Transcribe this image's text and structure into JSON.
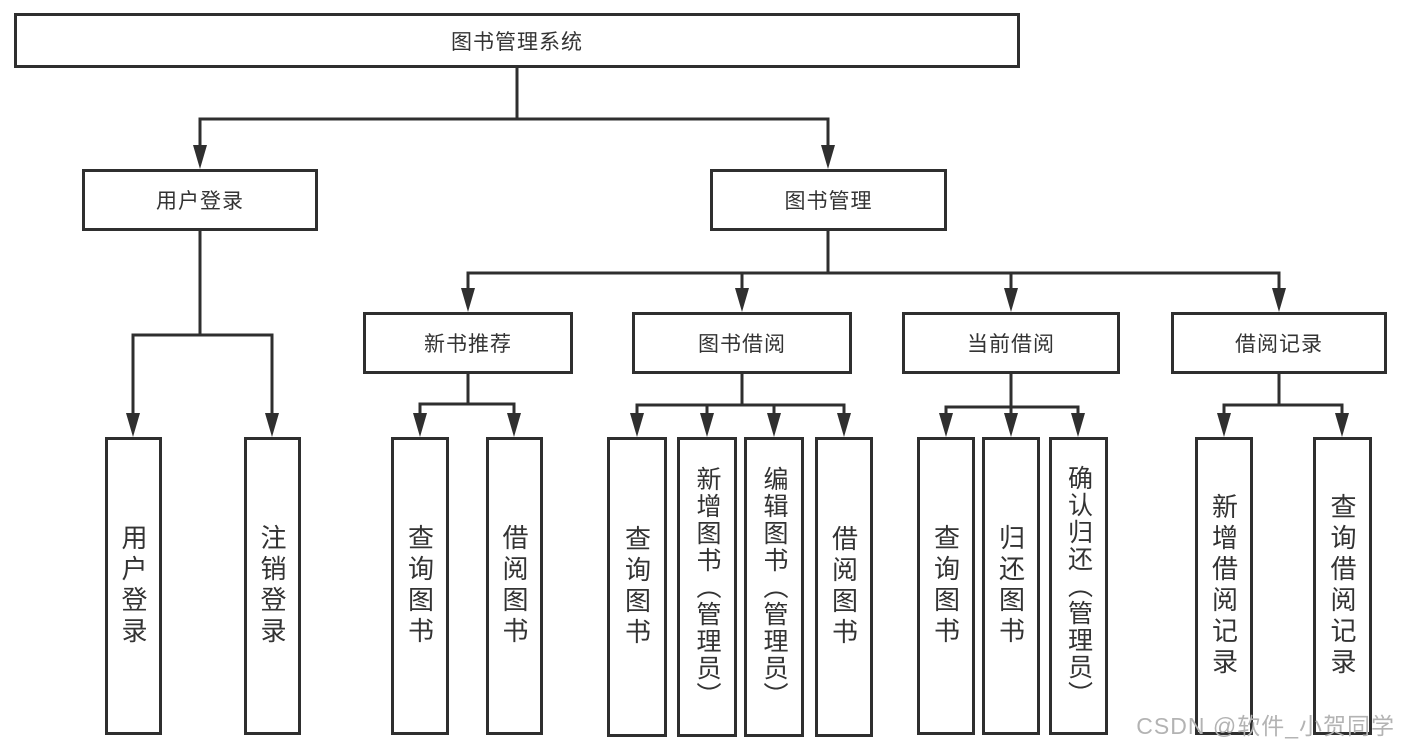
{
  "colors": {
    "line": "#2f2f2f",
    "box_border": "#2f2f2f",
    "box_fill": "#ffffff",
    "text": "#333333",
    "background": "#ffffff",
    "watermark": "#b3b3b3"
  },
  "watermark": "CSDN @软件_小贺同学",
  "tree": {
    "label": "图书管理系统",
    "children": [
      {
        "label": "用户登录",
        "children": [
          {
            "label": "用户登录"
          },
          {
            "label": "注销登录"
          }
        ]
      },
      {
        "label": "图书管理",
        "children": [
          {
            "label": "新书推荐",
            "children": [
              {
                "label": "查询图书"
              },
              {
                "label": "借阅图书"
              }
            ]
          },
          {
            "label": "图书借阅",
            "children": [
              {
                "label": "查询图书"
              },
              {
                "label": "新增图书（管理员）"
              },
              {
                "label": "编辑图书（管理员）"
              },
              {
                "label": "借阅图书"
              }
            ]
          },
          {
            "label": "当前借阅",
            "children": [
              {
                "label": "查询图书"
              },
              {
                "label": "归还图书"
              },
              {
                "label": "确认归还（管理员）"
              }
            ]
          },
          {
            "label": "借阅记录",
            "children": [
              {
                "label": "新增借阅记录"
              },
              {
                "label": "查询借阅记录"
              }
            ]
          }
        ]
      }
    ]
  }
}
